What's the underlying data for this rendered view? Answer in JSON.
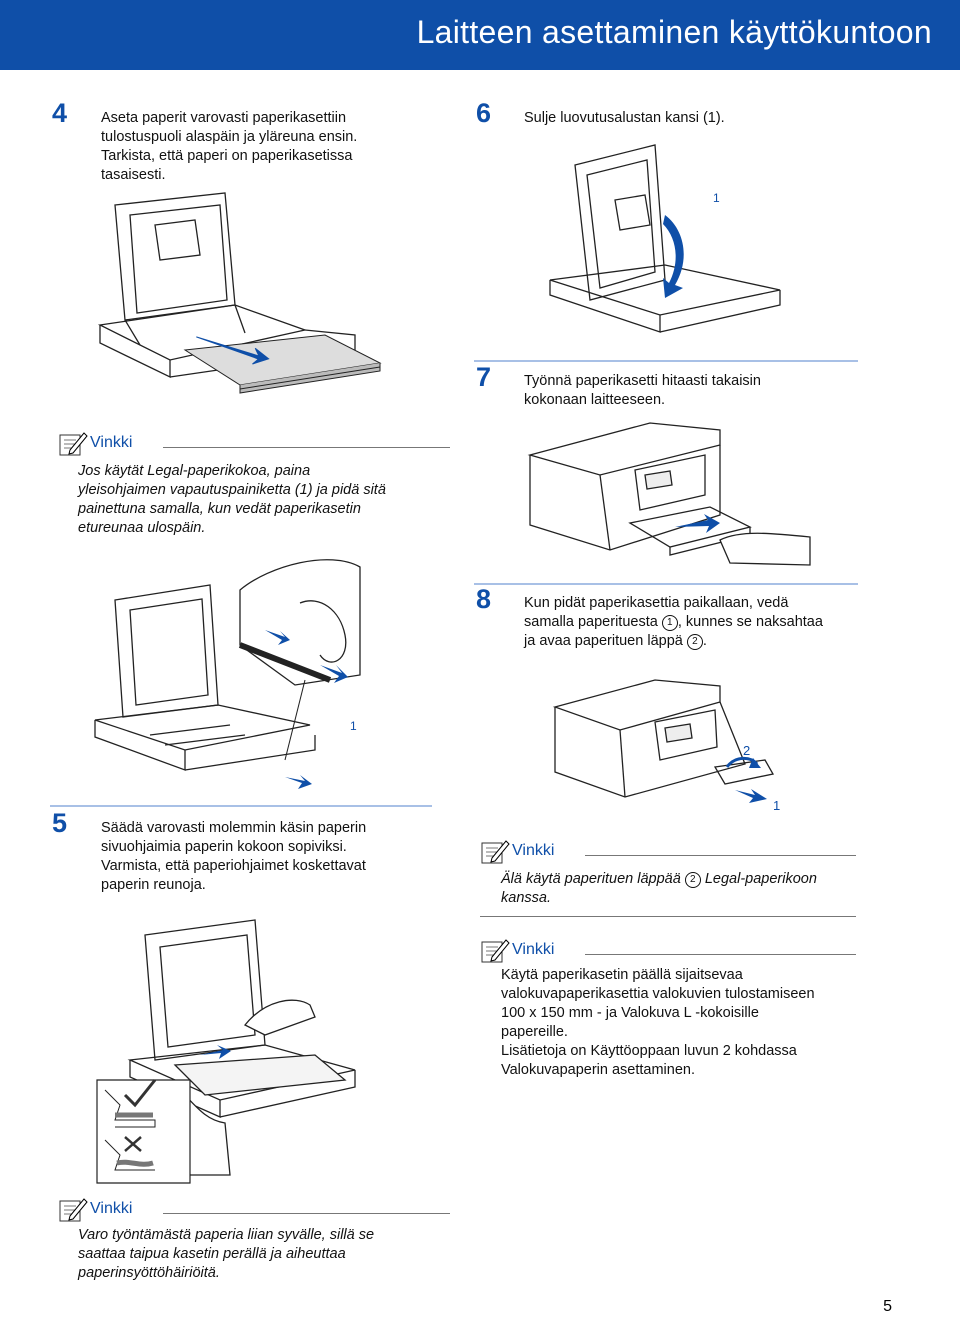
{
  "header": {
    "title": "Laitteen asettaminen käyttökuntoon"
  },
  "steps": [
    {
      "num": "4",
      "text": "Aseta paperit varovasti paperikasettiin\ntulostuspuoli alaspäin ja yläreuna ensin.\nTarkista, että paperi on paperikasetissa\ntasaisesti."
    },
    {
      "num": "5",
      "text": "Säädä varovasti molemmin käsin paperin\nsivuohjaimia paperin kokoon sopiviksi.\nVarmista, että paperiohjaimet koskettavat\npaperin reunoja."
    },
    {
      "num": "6",
      "text": "Sulje luovutusalustan kansi (1)."
    },
    {
      "num": "7",
      "text": "Työnnä paperikasetti hitaasti takaisin\nkokonaan laitteeseen."
    },
    {
      "num": "8",
      "text_a": "Kun pidät paperikasettia paikallaan, vedä\nsamalla paperituesta ",
      "circle1": "1",
      "text_b": ", kunnes se naksahtaa\nja avaa paperituen läppä ",
      "circle2": "2",
      "text_c": "."
    }
  ],
  "notes": [
    {
      "label": "Vinkki",
      "text": "Jos käytät Legal-paperikokoa, paina\nyleisohjaimen vapautuspainiketta (1) ja pidä sitä\npainettuna samalla, kun vedät paperikasetin\netureunaa ulospäin."
    },
    {
      "label": "Vinkki",
      "text": "Varo työntämästä paperia liian syvälle, sillä se\nsaattaa taipua kasetin perällä ja aiheuttaa\npaperinsyöttöhäiriöitä."
    },
    {
      "label": "Vinkki",
      "text_a": "Älä käytä paperituen läppää ",
      "circle": "2",
      "text_b": " Legal-paperikoon\nkanssa."
    },
    {
      "label": "Vinkki",
      "text": "Käytä paperikasetin päällä sijaitsevaa\nvalokuvapaperikasettia valokuvien tulostamiseen\n100 x 150 mm - ja Valokuva L -kokoisille\npapereille.\nLisätietoja on Käyttöoppaan luvun 2 kohdassa\nValokuvapaperin asettaminen."
    }
  ],
  "callouts": {
    "lid": "1",
    "guide": "1",
    "support": "1",
    "flap": "2"
  },
  "page_number": "5"
}
